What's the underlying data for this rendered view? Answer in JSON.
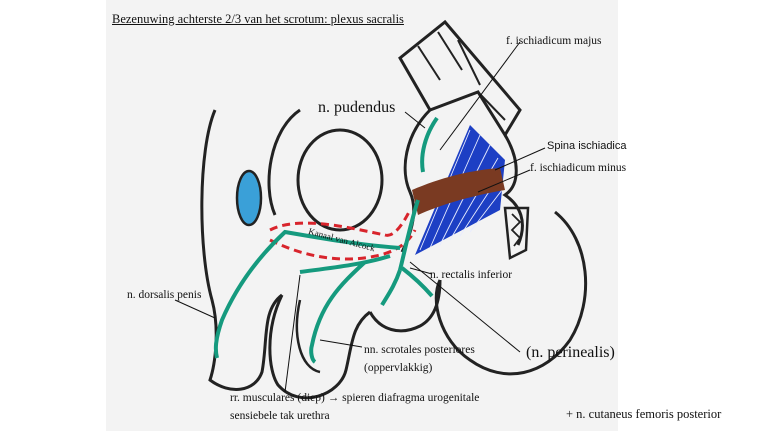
{
  "title": "Bezenuwing achterste 2/3 van het scrotum: plexus sacralis",
  "labels": {
    "foramen_majus": "f. ischiadicum majus",
    "pudendus": "n. pudendus",
    "spina": "Spina ischiadica",
    "foramen_minus": "f. ischiadicum minus",
    "kanaal": "Kanaal van Alcock",
    "rectalis": "n. rectalis inferior",
    "dorsalis": "n. dorsalis penis",
    "perinealis": "(n. perinealis)",
    "scrotales_1": "nn. scrotales posteriores",
    "scrotales_2": "(oppervlakkig)",
    "musculares_1": "rr. musculares (diep) → spieren diafragma urogenitale",
    "musculares_2": "sensiebele tak urethra",
    "cutaneus": "+ n. cutaneus femoris posterior"
  },
  "colors": {
    "nerve": "#159a7e",
    "muscle": "#1d3fc4",
    "ligament": "#7a3a22",
    "canal": "#d8242c",
    "bulb": "#3aa0d8",
    "outline": "#222222"
  }
}
